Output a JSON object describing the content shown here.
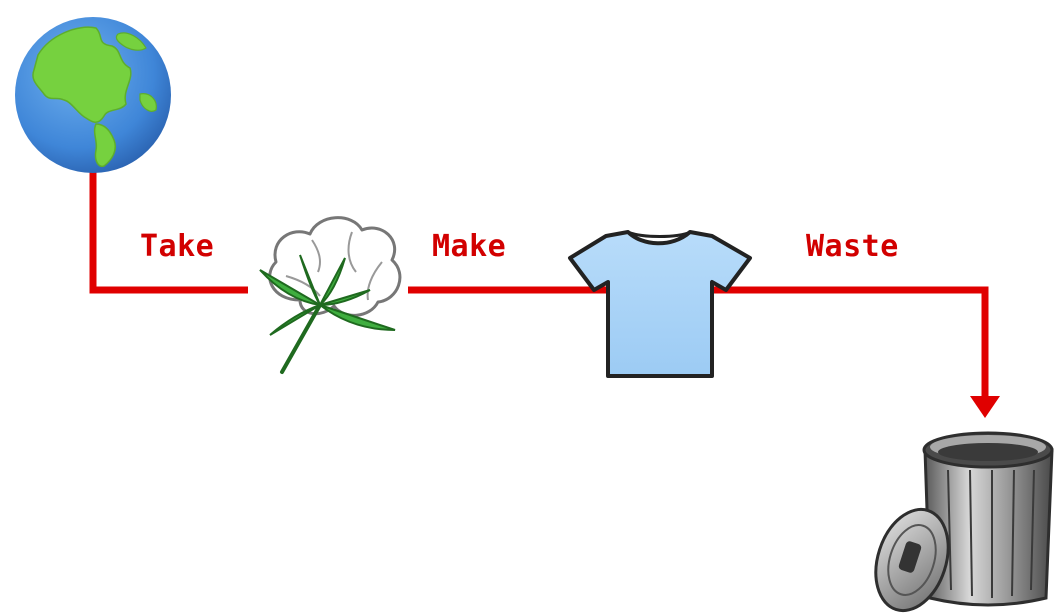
{
  "diagram": {
    "steps": [
      {
        "label": "Take"
      },
      {
        "label": "Make"
      },
      {
        "label": "Waste"
      }
    ],
    "icons": {
      "source": "globe-icon",
      "raw_material": "cotton-boll-icon",
      "product": "t-shirt-icon",
      "end": "trash-can-icon"
    }
  },
  "colors": {
    "flow_line": "#e00000",
    "label_text": "#d20000",
    "ocean": "#3f86d8",
    "land": "#76d13f",
    "leaf": "#3fae3f",
    "shirt": "#a9d4f8",
    "bin": "#7d7d7d"
  }
}
